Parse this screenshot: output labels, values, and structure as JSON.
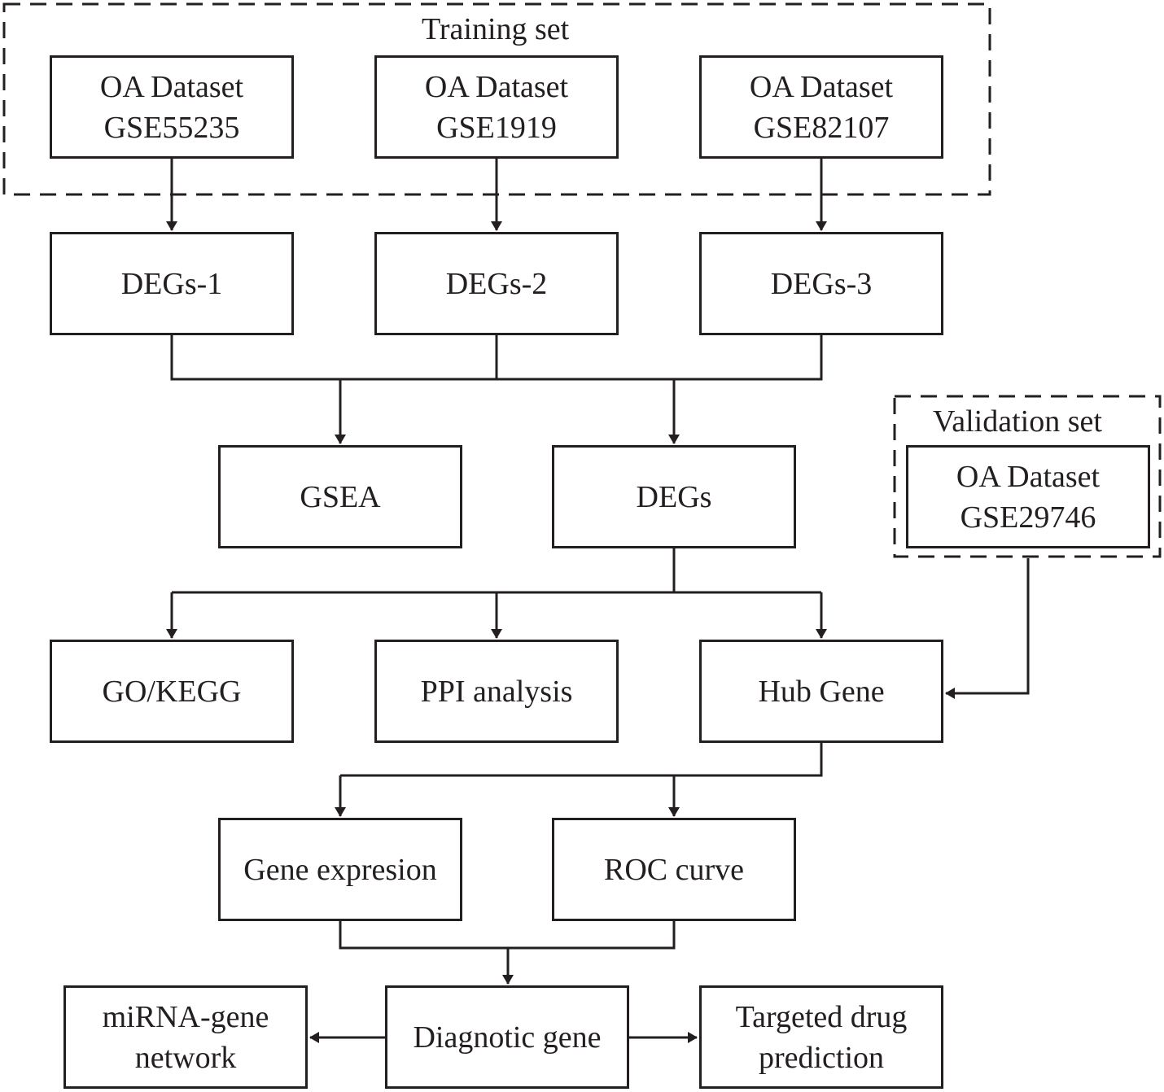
{
  "colors": {
    "stroke": "#231f20",
    "background": "#ffffff"
  },
  "groups": {
    "training": {
      "label": "Training set"
    },
    "validation": {
      "label": "Validation set"
    }
  },
  "nodes": {
    "ds1": {
      "line1": "OA Dataset",
      "line2": "GSE55235"
    },
    "ds2": {
      "line1": "OA Dataset",
      "line2": "GSE1919"
    },
    "ds3": {
      "line1": "OA Dataset",
      "line2": "GSE82107"
    },
    "deg1": {
      "label": "DEGs-1"
    },
    "deg2": {
      "label": "DEGs-2"
    },
    "deg3": {
      "label": "DEGs-3"
    },
    "gsea": {
      "label": "GSEA"
    },
    "degs": {
      "label": "DEGs"
    },
    "val": {
      "line1": "OA Dataset",
      "line2": "GSE29746"
    },
    "gokegg": {
      "label": "GO/KEGG"
    },
    "ppi": {
      "label": "PPI analysis"
    },
    "hub": {
      "label": "Hub Gene"
    },
    "expr": {
      "label": "Gene expresion"
    },
    "roc": {
      "label": "ROC curve"
    },
    "mirna": {
      "line1": "miRNA-gene",
      "line2": "network"
    },
    "diag": {
      "label": "Diagnotic gene"
    },
    "drug": {
      "line1": "Targeted drug",
      "line2": "prediction"
    }
  }
}
